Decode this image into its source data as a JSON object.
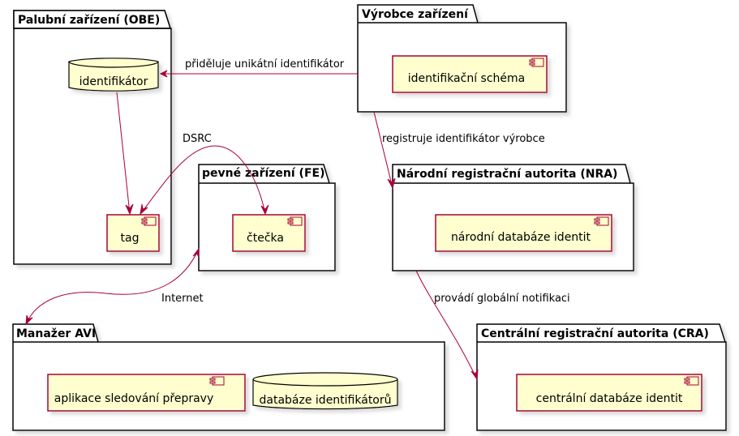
{
  "diagram": {
    "colors": {
      "component_fill": "#FEFECE",
      "component_border": "#A80036",
      "edge": "#A80036",
      "package_border": "#000000"
    },
    "packages": {
      "obe": {
        "title": "Palubní zařízení (OBE)",
        "identifier_db": "identifikátor",
        "tag": "tag"
      },
      "manufacturer": {
        "title": "Výrobce zařízení",
        "scheme": "identifikační schéma"
      },
      "fe": {
        "title": "pevné zařízení (FE)",
        "reader": "čtečka"
      },
      "nra": {
        "title": "Národní registrační autorita (NRA)",
        "db": "národní databáze identit"
      },
      "avi": {
        "title": "Manažer AVI",
        "app": "aplikace sledování přepravy",
        "db": "databáze identifikátorů"
      },
      "cra": {
        "title": "Centrální registrační autorita (CRA)",
        "db": "centrální databáze identit"
      }
    },
    "edges": {
      "assigns": "přiděluje unikátní identifikátor",
      "dsrc": "DSRC",
      "registers": "registruje identifikátor výrobce",
      "internet": "Internet",
      "notifies": "provádí globální notifikaci"
    }
  }
}
